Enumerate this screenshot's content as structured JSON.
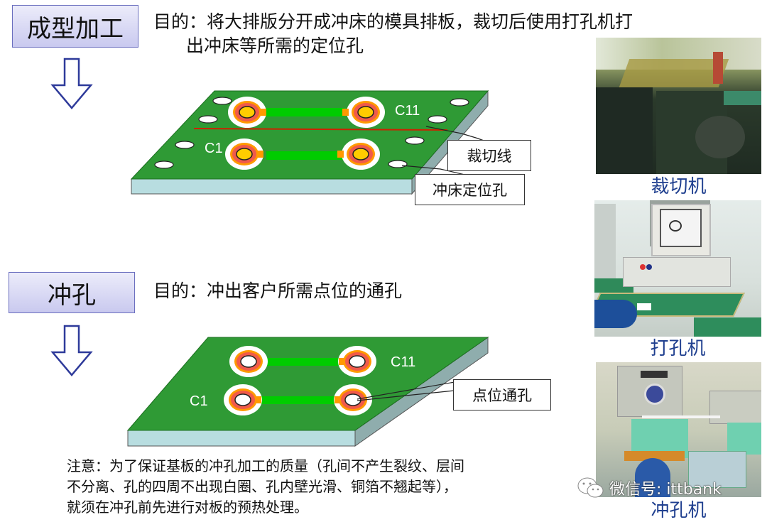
{
  "section1": {
    "title": "成型加工",
    "purpose_line1": "目的：将大排版分开成冲床的模具排板，裁切后使用打孔机打",
    "purpose_line2": "出冲床等所需的定位孔",
    "diagram": {
      "label_c11": "C11",
      "label_c1": "C1",
      "callout_cut_line": "裁切线",
      "callout_locating_hole": "冲床定位孔"
    }
  },
  "section2": {
    "title": "冲孔",
    "purpose": "目的：冲出客户所需点位的通孔",
    "diagram": {
      "label_c11": "C11",
      "label_c1": "C1",
      "callout_through_hole": "点位通孔"
    }
  },
  "photos": [
    {
      "caption": "裁切机",
      "icon": "cutting-machine-photo"
    },
    {
      "caption": "打孔机",
      "icon": "drilling-machine-photo"
    },
    {
      "caption": "冲孔机",
      "icon": "punching-machine-photo"
    }
  ],
  "note": {
    "line1": "注意：为了保证基板的冲孔加工的质量（孔间不产生裂纹、层间",
    "line2": "不分离、孔的四周不出现白圈、孔内壁光滑、铜箔不翘起等），",
    "line3": "就须在冲孔前先进行对板的预热处理。"
  },
  "watermark": {
    "text": "微信号: ittbank",
    "icon": "wechat-icon"
  },
  "colors": {
    "board_green": "#2f9a35",
    "board_edge": "#b8dde0",
    "trace_green": "#00cc00",
    "pad_red": "#f05a4a",
    "pad_orange": "#ff9900",
    "hole_yellow": "#ffcc00",
    "cut_line_red": "#cc2200",
    "title_box_border": "#6b6fbf",
    "caption_blue": "#1f3f8f"
  }
}
